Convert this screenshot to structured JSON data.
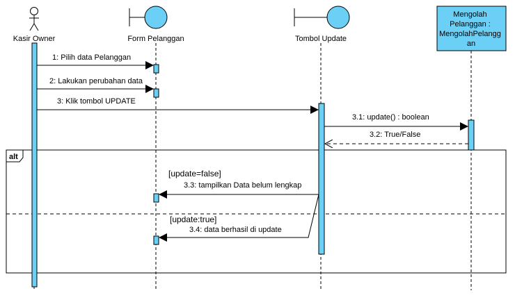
{
  "participants": {
    "actor": "Kasir Owner",
    "form": "Form Pelanggan",
    "tombol": "Tombol Update",
    "control_lines": [
      "Mengolah",
      "Pelanggan :",
      "MengolahPelangg",
      "an"
    ]
  },
  "messages": {
    "m1": "1: Pilih data Pelanggan",
    "m2": "2: Lakukan perubahan data",
    "m3": "3: Klik tombol UPDATE",
    "m31": "3.1: update() : boolean",
    "m32": "3.2: True/False",
    "m33": "3.3: tampilkan Data belum lengkap",
    "m34": "3.4: data berhasil di update"
  },
  "fragment": {
    "operator": "alt",
    "guard_1": "[update=false]",
    "guard_2": "[update:true]"
  },
  "colors": {
    "fill": "#6CCFF6",
    "stroke": "#000000",
    "activation_fill": "#6CCFF6"
  }
}
